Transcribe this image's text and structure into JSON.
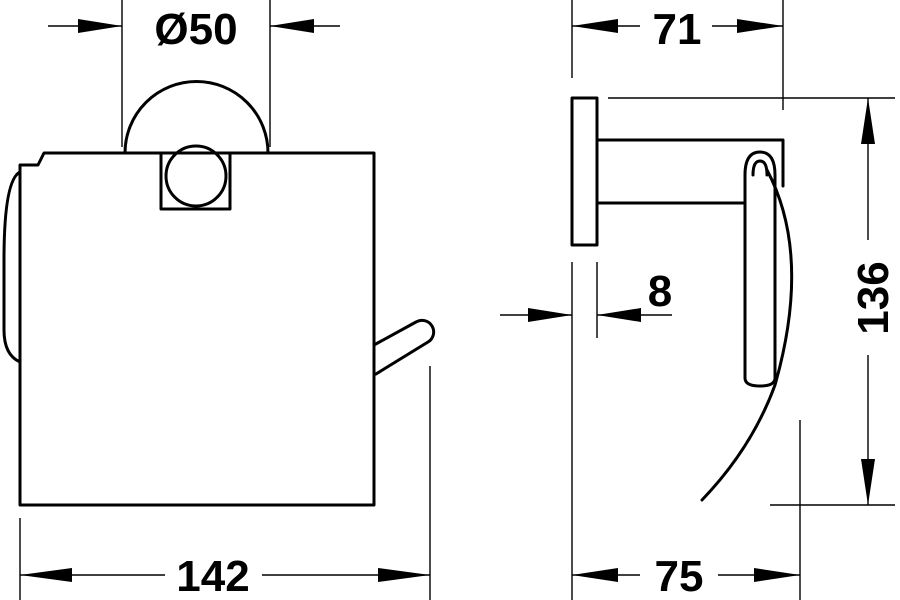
{
  "dimensions": {
    "diameter": "Ø50",
    "depth_top": "71",
    "wall_plate": "8",
    "height": "136",
    "width": "142",
    "depth_bottom": "75"
  },
  "colors": {
    "line": "#000000",
    "background": "#ffffff"
  }
}
